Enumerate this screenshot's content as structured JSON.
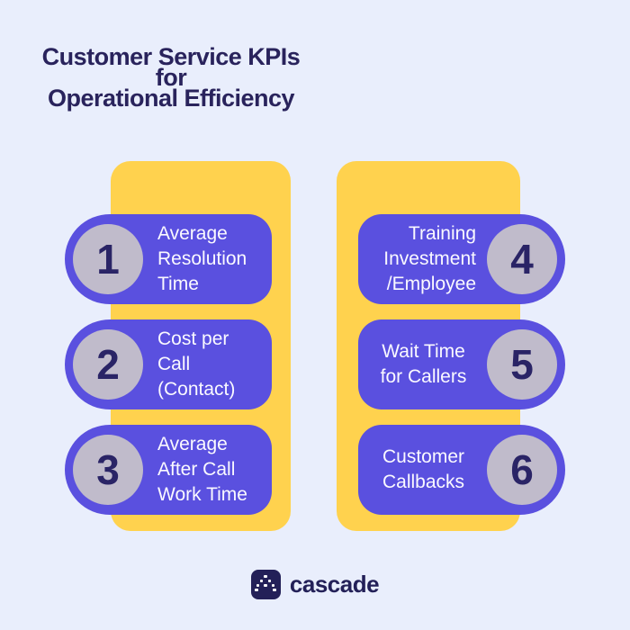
{
  "title": {
    "line1": "Customer Service KPIs",
    "line2": "for",
    "line3": "Operational Efficiency"
  },
  "kpis": {
    "left": [
      {
        "number": "1",
        "label": "Average\nResolution\nTime"
      },
      {
        "number": "2",
        "label": "Cost per\nCall\n(Contact)"
      },
      {
        "number": "3",
        "label": "Average\nAfter Call\nWork Time"
      }
    ],
    "right": [
      {
        "number": "4",
        "label": "Training\nInvestment\n/Employee"
      },
      {
        "number": "5",
        "label": "Wait Time\nfor Callers"
      },
      {
        "number": "6",
        "label": "Customer\nCallbacks"
      }
    ]
  },
  "footer": {
    "brand": "cascade",
    "logo_icon": "cascade-dots-a-icon"
  },
  "theme": {
    "background": "#E9EEFC",
    "panel_yellow": "#FFD24E",
    "card_purple": "#5A50DF",
    "circle_gray": "#C0BBCB",
    "title_navy": "#29235C",
    "number_navy": "#2A2466",
    "card_text": "#FAF9FF",
    "logo_navy": "#232058"
  }
}
